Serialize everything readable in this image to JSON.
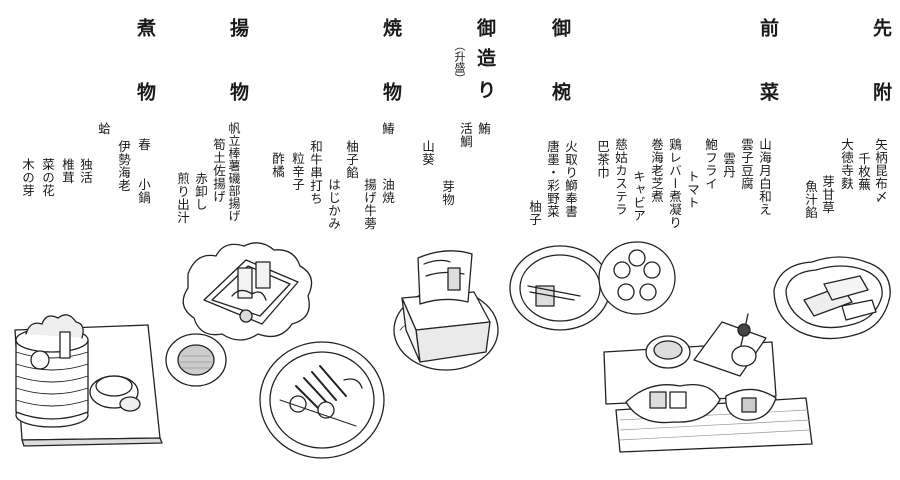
{
  "sections": [
    {
      "id": "sakizuke",
      "title_top": "先",
      "title_bottom": "附",
      "items": [
        "矢柄昆布〆",
        "千枚蕪",
        "大徳寺麩",
        "芽甘草",
        "魚汁餡"
      ]
    },
    {
      "id": "zensai",
      "title_top": "前",
      "title_bottom": "菜",
      "items": [
        "山海月白和え",
        "雲子豆腐",
        "雲丹",
        "鮑フライ",
        "トマト",
        "鶏レバー煮凝り",
        "巻海老芝煮",
        "キャビア",
        "慈姑カステラ",
        "巴茶巾"
      ]
    },
    {
      "id": "owan",
      "title_top": "御",
      "title_bottom": "椀",
      "items": [
        "火取り鰤奉書",
        "唐墨・彩野菜",
        "柚子"
      ]
    },
    {
      "id": "otsukuri",
      "title_top": "御",
      "title_mid": "造",
      "title_bottom": "り",
      "note": "（升盛）",
      "items": [
        "鮪",
        "活鯛",
        "芽物",
        "山葵"
      ]
    },
    {
      "id": "yakimono",
      "title_top": "焼",
      "title_bottom": "物",
      "items": [
        "鰆",
        "油焼",
        "揚げ牛蒡",
        "柚子餡",
        "はじかみ",
        "和牛串打ち",
        "粒辛子",
        "酢橘"
      ]
    },
    {
      "id": "agemono",
      "title_top": "揚",
      "title_bottom": "物",
      "items": [
        "帆立棒薯磯部揚げ",
        "筍土佐揚げ",
        "赤卸し",
        "煎り出汁"
      ]
    },
    {
      "id": "nimono",
      "title_top": "煮",
      "title_bottom": "物",
      "items": [
        "春",
        "小鍋",
        "伊勢海老",
        "蛤",
        "独活",
        "椎茸",
        "菜の花",
        "木の芽"
      ]
    }
  ]
}
